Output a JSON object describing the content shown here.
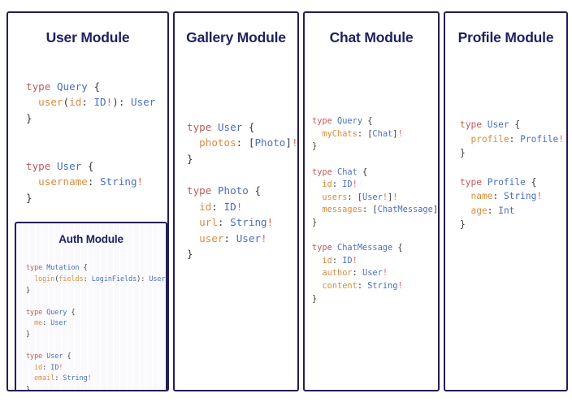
{
  "board": {
    "background_color": "#ffffff",
    "card_border_color": "#221f55",
    "title_color": "#1f2260",
    "syntax_colors": {
      "keyword": "#c05b5b",
      "type_name": "#4a6fbe",
      "field_name": "#d98c3f",
      "punctuation": "#3a3a3a",
      "non_null_bang": "#e8654a"
    }
  },
  "cards": {
    "user": {
      "title": "User Module",
      "code": "type Query {\n  user(id: ID!): User\n}\n\n\ntype User {\n  username: String!\n}"
    },
    "auth": {
      "title": "Auth Module",
      "code": "type Mutation {\n  login(fields: LoginFields): User\n}\n\ntype Query {\n  me: User\n}\n\ntype User {\n  id: ID!\n  email: String!\n}"
    },
    "gallery": {
      "title": "Gallery Module",
      "code": "type User {\n  photos: [Photo]!\n}\n\ntype Photo {\n  id: ID!\n  url: String!\n  user: User!\n}"
    },
    "chat": {
      "title": "Chat Module",
      "code": "type Query {\n  myChats: [Chat]!\n}\n\ntype Chat {\n  id: ID!\n  users: [User!]!\n  messages: [ChatMessage]!\n}\n\ntype ChatMessage {\n  id: ID!\n  author: User!\n  content: String!\n}"
    },
    "profile": {
      "title": "Profile Module",
      "code": "type User {\n  profile: Profile!\n}\n\ntype Profile {\n  name: String!\n  age: Int\n}"
    }
  }
}
